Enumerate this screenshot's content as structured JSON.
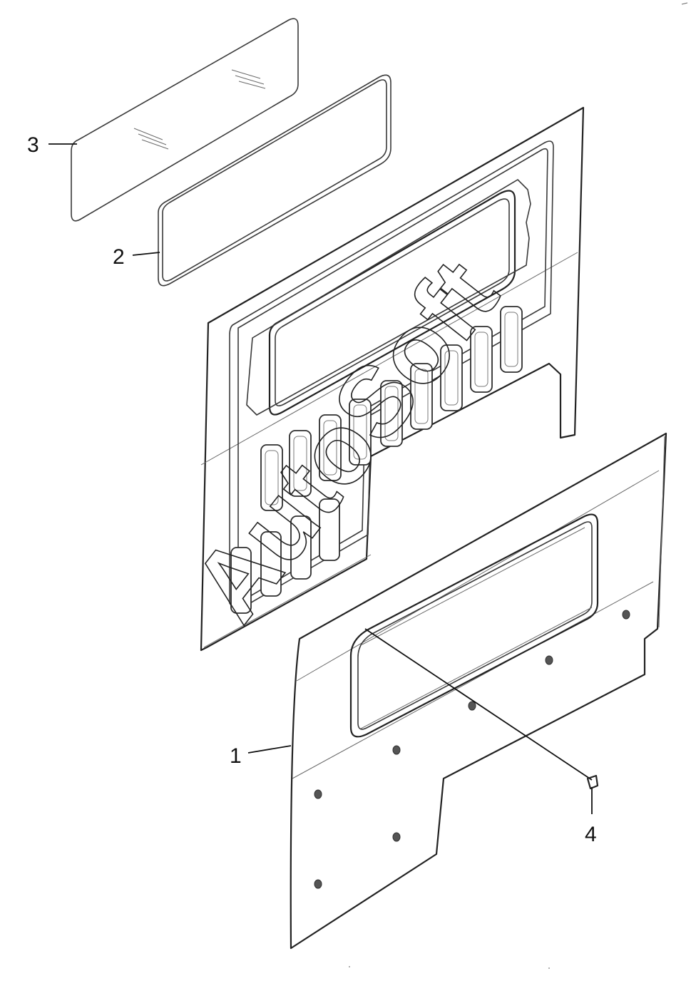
{
  "diagram": {
    "watermark": "AutoSoft",
    "callouts": [
      {
        "id": "1",
        "label": "1"
      },
      {
        "id": "2",
        "label": "2"
      },
      {
        "id": "3",
        "label": "3"
      },
      {
        "id": "4",
        "label": "4"
      }
    ],
    "parts": [
      {
        "number": "1",
        "name": "outer-door-panel"
      },
      {
        "number": "2",
        "name": "window-seal"
      },
      {
        "number": "3",
        "name": "window-glass"
      },
      {
        "number": "4",
        "name": "clip-fastener"
      }
    ],
    "colors": {
      "line": "#3a3a3a",
      "background": "#ffffff",
      "text": "#111111"
    }
  }
}
